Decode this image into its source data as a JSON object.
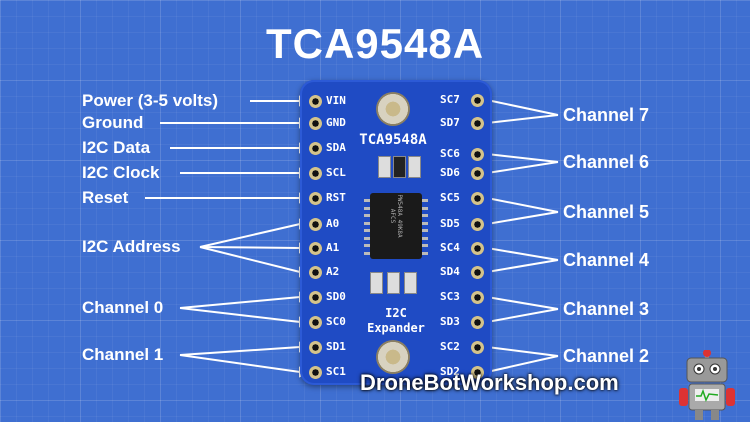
{
  "title": "TCA9548A",
  "left_labels": [
    {
      "id": "power",
      "text": "Power (3-5 volts)"
    },
    {
      "id": "ground",
      "text": "Ground"
    },
    {
      "id": "i2c-data",
      "text": "I2C Data"
    },
    {
      "id": "i2c-clock",
      "text": "I2C Clock"
    },
    {
      "id": "reset",
      "text": "Reset"
    },
    {
      "id": "i2c-address",
      "text": "I2C Address"
    },
    {
      "id": "channel-0",
      "text": "Channel 0"
    },
    {
      "id": "channel-1",
      "text": "Channel 1"
    }
  ],
  "right_labels": [
    {
      "id": "channel-7",
      "text": "Channel 7"
    },
    {
      "id": "channel-6",
      "text": "Channel 6"
    },
    {
      "id": "channel-5",
      "text": "Channel 5"
    },
    {
      "id": "channel-4",
      "text": "Channel 4"
    },
    {
      "id": "channel-3",
      "text": "Channel 3"
    },
    {
      "id": "channel-2",
      "text": "Channel 2"
    }
  ],
  "left_pins": [
    "VIN",
    "GND",
    "SDA",
    "SCL",
    "RST",
    "A0",
    "A1",
    "A2",
    "SD0",
    "SC0",
    "SD1",
    "SC1"
  ],
  "right_pins": [
    "SC7",
    "SD7",
    "SC6",
    "SD6",
    "SC5",
    "SD5",
    "SC4",
    "SD4",
    "SC3",
    "SD3",
    "SC2",
    "SD2"
  ],
  "board": {
    "part_label": "TCA9548A",
    "line1": "I2C",
    "line2": "Expander",
    "chip_marking": "PW548A 49K8A AFCS"
  },
  "website": "DroneBotWorkshop.com"
}
